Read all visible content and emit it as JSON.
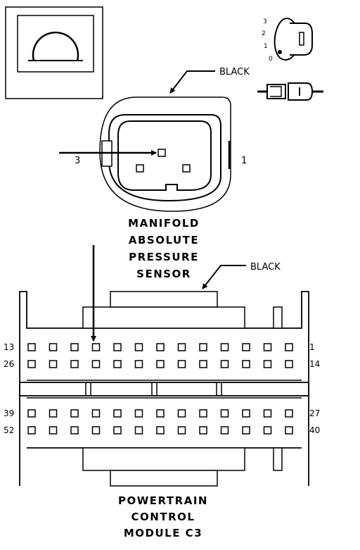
{
  "legend": {
    "key_positions": [
      "3",
      "2",
      "1",
      "0"
    ]
  },
  "map_sensor": {
    "wire_color": "BLACK",
    "pin_left": "3",
    "pin_right": "1",
    "title_lines": [
      "MANIFOLD",
      "ABSOLUTE",
      "PRESSURE",
      "SENSOR"
    ]
  },
  "pcm": {
    "wire_color": "BLACK",
    "upper_pins": {
      "left_top": "13",
      "left_bottom": "26",
      "right_top": "1",
      "right_bottom": "14"
    },
    "lower_pins": {
      "left_top": "39",
      "left_bottom": "52",
      "right_top": "27",
      "right_bottom": "40"
    },
    "title_lines": [
      "POWERTRAIN",
      "CONTROL",
      "MODULE C3"
    ]
  }
}
